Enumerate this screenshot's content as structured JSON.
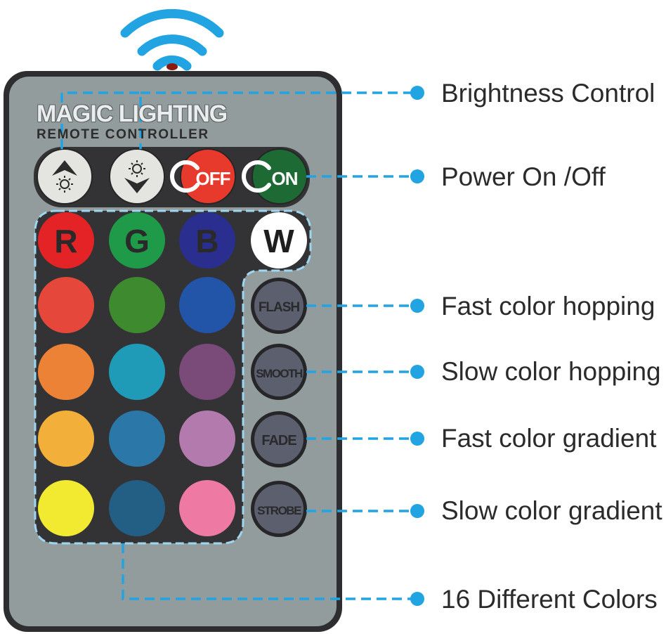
{
  "remote": {
    "brand": "MAGIC LIGHTING",
    "subtitle": "REMOTE CONTROLLER",
    "buttons": {
      "off": "OFF",
      "on": "ON",
      "r": "R",
      "g": "G",
      "b": "B",
      "w": "W",
      "flash": "FLASH",
      "smooth": "SMOOTH",
      "fade": "FADE",
      "strobe": "STROBE"
    },
    "color_buttons": [
      "#e5483a",
      "#3e8a2e",
      "#2255a8",
      "#ec8236",
      "#1f9bb8",
      "#7a4a78",
      "#f2b03a",
      "#2a77a8",
      "#b37aae",
      "#f2ea30",
      "#235f84",
      "#ee7aa3"
    ],
    "colors": {
      "shell": "#929c9c",
      "body_border": "#2e2e30",
      "panel": "#333336",
      "accent": "#29a6e0"
    }
  },
  "callouts": {
    "brightness": "Brightness Control",
    "power": "Power On /Off",
    "flash": "Fast color hopping",
    "smooth": "Slow color hopping",
    "fade": "Fast color gradient",
    "strobe": "Slow color gradient",
    "colors": "16 Different Colors"
  }
}
